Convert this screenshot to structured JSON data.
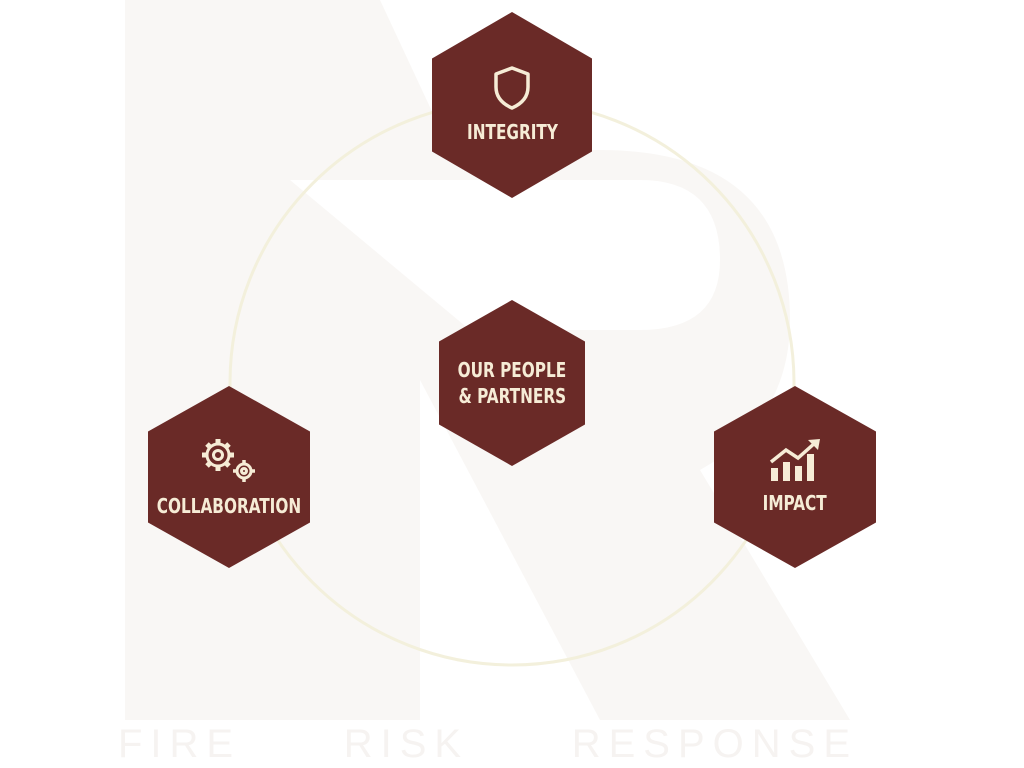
{
  "colors": {
    "hex_fill": "#6a2a27",
    "hex_text": "#f6ecd6",
    "ring": "#f3f0dc",
    "watermark": "#f8f6f4"
  },
  "watermark_text": "FIRE RISK RESPONSE",
  "center": {
    "label_line1": "OUR PEOPLE",
    "label_line2": "& PARTNERS"
  },
  "nodes": [
    {
      "label": "INTEGRITY",
      "icon": "shield-icon"
    },
    {
      "label": "COLLABORATION",
      "icon": "gears-icon"
    },
    {
      "label": "IMPACT",
      "icon": "growth-chart-icon"
    }
  ]
}
